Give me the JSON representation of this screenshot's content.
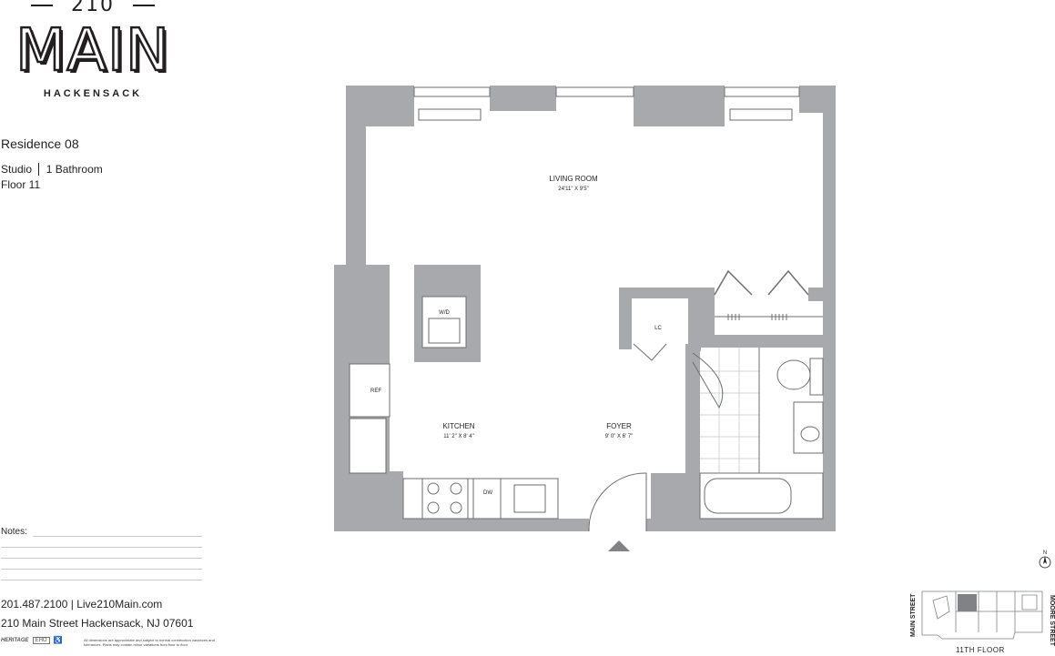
{
  "brand": {
    "number": "210",
    "name": "MAIN",
    "city": "HACKENSACK"
  },
  "residence": {
    "title": "Residence 08",
    "type": "Studio",
    "bathrooms": "1 Bathroom",
    "floor": "Floor 11"
  },
  "notes_label": "Notes:",
  "contact": "201.487.2100 | Live210Main.com",
  "address": "210 Main Street Hackensack, NJ 07601",
  "logos": [
    "HERITAGE",
    "EHO",
    "♿"
  ],
  "disclaimer": "All dimensions are approximate and subject to normal construction variances and tolerances. Plans may contain minor variations from floor to floor.",
  "rooms": {
    "living": {
      "name": "LIVING ROOM",
      "dims": "24'11\" X 9'5\""
    },
    "kitchen": {
      "name": "KITCHEN",
      "dims": "11' 2\" X 8' 4\""
    },
    "foyer": {
      "name": "FOYER",
      "dims": "9' 0\" X 6' 7\""
    },
    "wd": "W/D",
    "ref": "REF",
    "dw": "DW",
    "lc": "LC"
  },
  "key_plan": {
    "street_left": "MAIN STREET",
    "street_right": "MOORE STREET",
    "floor": "11TH FLOOR",
    "compass": "N"
  },
  "colors": {
    "wall": "#a7a9ac",
    "text": "#231f20",
    "line": "#6d6e71"
  }
}
